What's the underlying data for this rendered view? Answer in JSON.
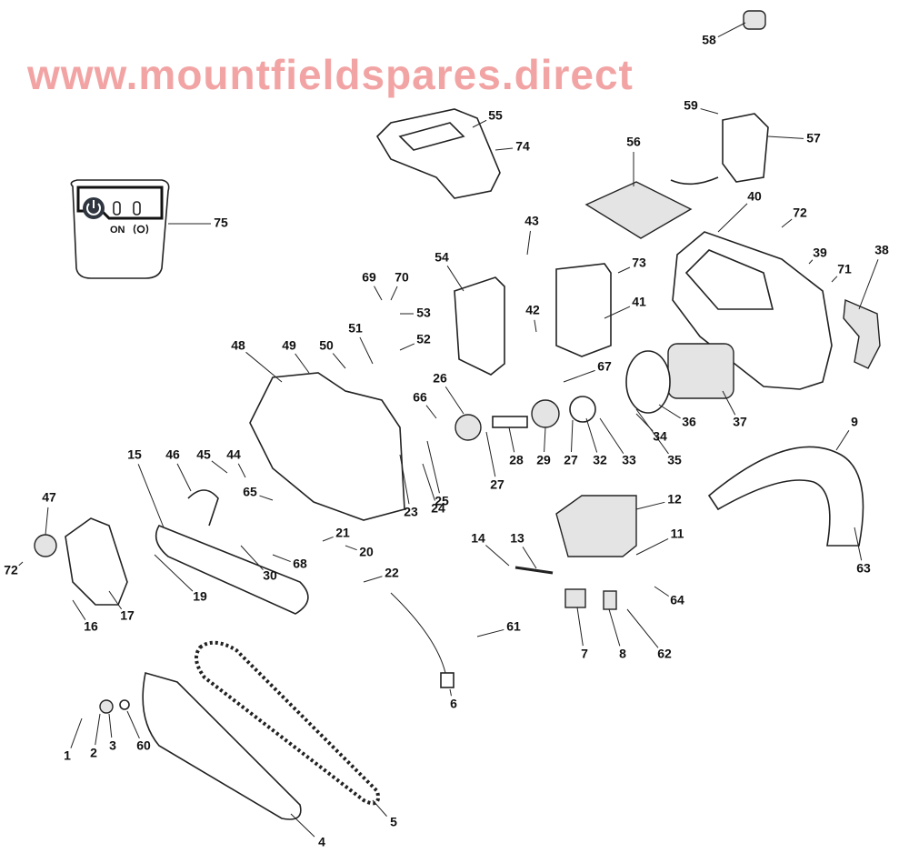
{
  "diagram": {
    "watermark": "www.mountfieldspares.direct",
    "panel_text": "ON",
    "callouts": [
      "58",
      "59",
      "57",
      "55",
      "74",
      "56",
      "75",
      "72",
      "40",
      "39",
      "71",
      "38",
      "43",
      "54",
      "73",
      "41",
      "69",
      "70",
      "53",
      "52",
      "42",
      "51",
      "48",
      "49",
      "50",
      "67",
      "26",
      "66",
      "9",
      "36",
      "37",
      "34",
      "15",
      "46",
      "45",
      "44",
      "28",
      "29",
      "27",
      "32",
      "33",
      "35",
      "27",
      "25",
      "23",
      "24",
      "65",
      "12",
      "47",
      "21",
      "14",
      "13",
      "11",
      "20",
      "30",
      "68",
      "22",
      "63",
      "19",
      "64",
      "72",
      "17",
      "16",
      "61",
      "7",
      "8",
      "62",
      "6",
      "1",
      "2",
      "3",
      "60",
      "5",
      "4"
    ]
  }
}
